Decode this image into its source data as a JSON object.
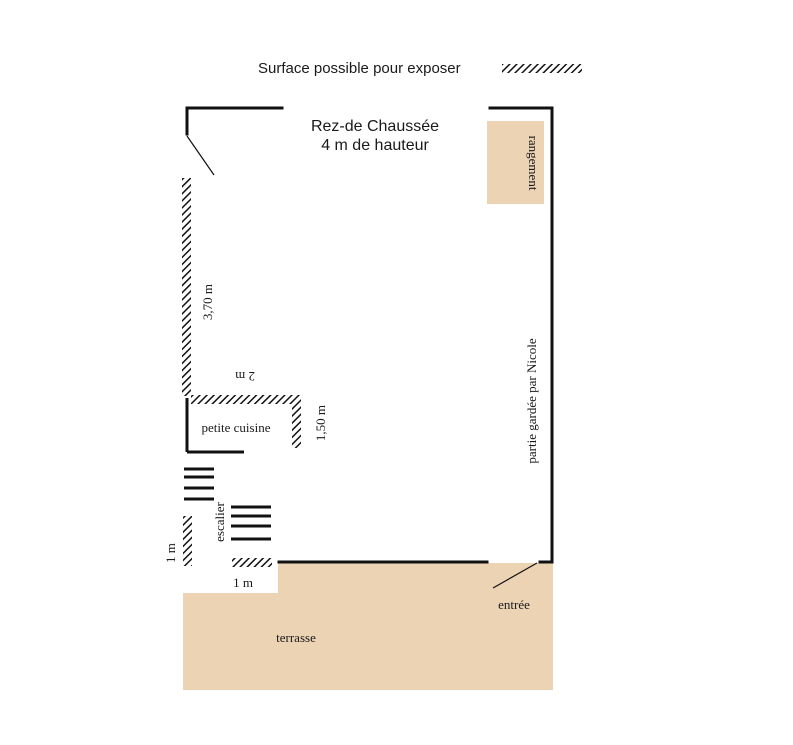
{
  "legend": {
    "text": "Surface possible pour exposer",
    "swatch_icon": "hatched-wall-icon"
  },
  "title": {
    "line1": "Rez-de Chaussée",
    "line2": "4 m de hauteur"
  },
  "rooms": {
    "storage": "rangement",
    "kept_area": "partie gardée par Nicole",
    "kitchen": "petite cuisine",
    "stairs": "escalier",
    "terrace": "terrasse",
    "entrance": "entrée"
  },
  "dimensions": {
    "left_wall": "3,70 m",
    "kitchen_top": "2 m",
    "kitchen_right": "1,50 m",
    "stair_left": "1 m",
    "stair_bottom": "1 m"
  },
  "colors": {
    "floor_fill": "#ecd3b4",
    "wall": "#111111",
    "hatch": "#111111"
  }
}
